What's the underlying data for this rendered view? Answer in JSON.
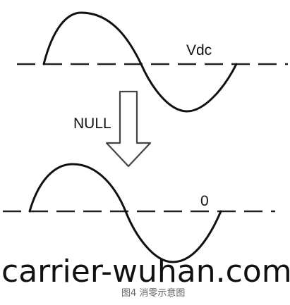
{
  "labels": {
    "top_level": "Vdc",
    "arrow_label": "NULL",
    "bottom_level": "0"
  },
  "watermark": "carrier-wuhan.com",
  "caption": "图4 消零示意图",
  "colors": {
    "line": "#111111",
    "arrow_outline": "#444444",
    "caption": "#666666"
  }
}
